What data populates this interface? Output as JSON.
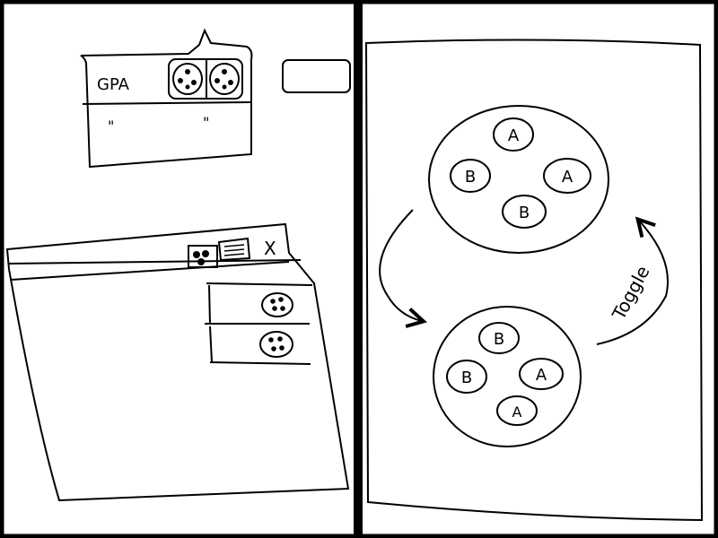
{
  "left_panel": {
    "popup": {
      "label": "GPA",
      "row_marks": [
        "\"",
        "\""
      ],
      "toggle_icons": [
        "cluster-icon",
        "cluster-icon"
      ]
    },
    "window": {
      "close_glyph": "X",
      "toolbar_icons": [
        "cluster-icon",
        "list-icon"
      ],
      "list_item_icons": [
        "cluster-icon",
        "cluster-icon"
      ]
    }
  },
  "right_panel": {
    "top_cluster": {
      "nodes": [
        "A",
        "B",
        "A",
        "B"
      ]
    },
    "bottom_cluster": {
      "nodes": [
        "B",
        "B",
        "A",
        "A"
      ]
    },
    "toggle_label": "Toggle"
  }
}
